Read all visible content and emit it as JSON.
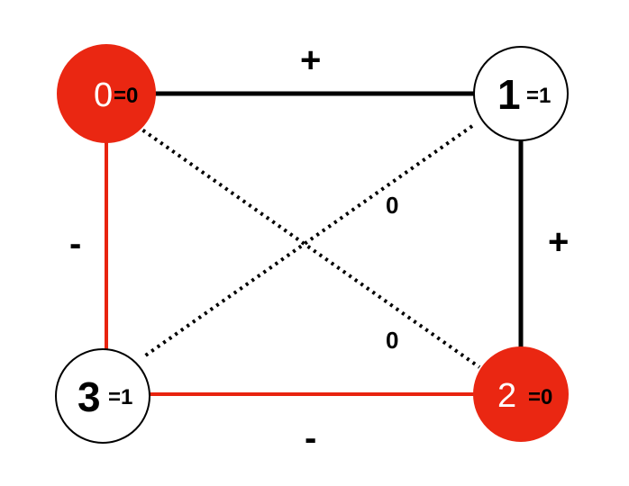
{
  "nodes": [
    {
      "id": "0",
      "value_label": "=0",
      "fill": "#ea2712"
    },
    {
      "id": "1",
      "value_label": "=1",
      "fill": "#ffffff"
    },
    {
      "id": "2",
      "value_label": "=0",
      "fill": "#ea2712"
    },
    {
      "id": "3",
      "value_label": "=1",
      "fill": "#ffffff"
    }
  ],
  "edges": [
    {
      "from": "0",
      "to": "1",
      "label": "+",
      "style": "solid-black"
    },
    {
      "from": "1",
      "to": "2",
      "label": "+",
      "style": "solid-black"
    },
    {
      "from": "0",
      "to": "3",
      "label": "-",
      "style": "solid-red"
    },
    {
      "from": "3",
      "to": "2",
      "label": "-",
      "style": "solid-red"
    },
    {
      "from": "1",
      "to": "3",
      "label": "0",
      "style": "dotted-black"
    },
    {
      "from": "0",
      "to": "2",
      "label": "0",
      "style": "dotted-black"
    }
  ],
  "colors": {
    "red": "#ea2712",
    "black": "#000000",
    "white": "#ffffff"
  }
}
